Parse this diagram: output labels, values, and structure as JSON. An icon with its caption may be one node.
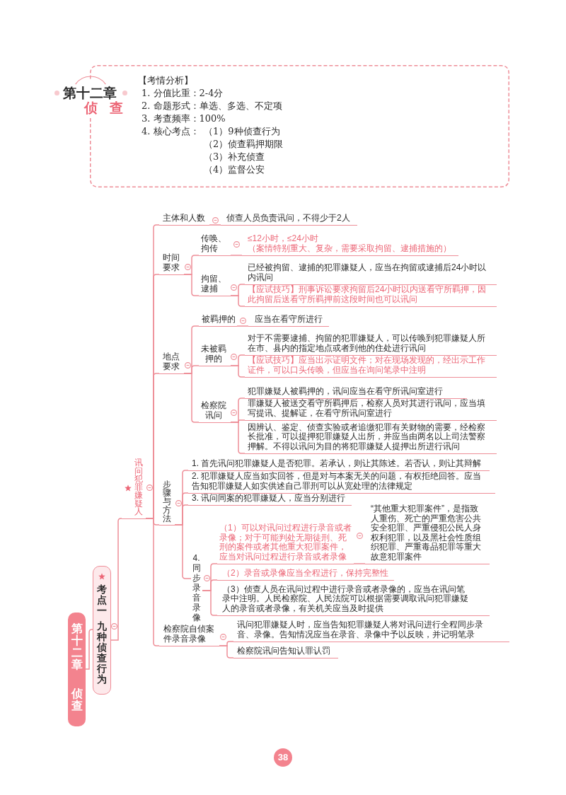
{
  "diagram": {
    "nodes": [
      {
        "text": [
          "【考情分析】",
          "1. 分值比重：2-4分",
          "2. 命题形式：单选、多选、不定项",
          "3. 考查频率：100%",
          "4. 核心考点：",
          "（1）9种侦查行为",
          "（2）侦查羁押期限",
          "（3）补充侦查",
          "（4）监督公安"
        ]
      },
      {
        "text": [
          "第十二章",
          "侦查"
        ]
      },
      {
        "text": [
          "考点一",
          "九种侦查行为"
        ]
      },
      {
        "text": [
          "讯问犯罪嫌疑人"
        ]
      },
      {
        "text": [
          "主体和人数"
        ]
      },
      {
        "text": [
          "侦查人员负责讯问，不得少于2人"
        ]
      },
      {
        "text": [
          "时间要求"
        ]
      },
      {
        "text": [
          "传唤、拘传"
        ]
      },
      {
        "text": [
          "≤12小时，≤24小时",
          "（案情特别重大、复杂，需要采取拘留、逮捕措施的）"
        ]
      },
      {
        "text": [
          "拘留、逮捕"
        ]
      },
      {
        "text": [
          "已经被拘留、逮捕的犯罪嫌疑人，应当在拘留或逮捕后24小时以内讯问"
        ]
      },
      {
        "text": [
          "【应试技巧】刑事诉讼要求拘留后24小时以内送看守所羁押，因此拘留后送看守所羁押前这段时间也可以讯问"
        ]
      },
      {
        "text": [
          "地点要求"
        ]
      },
      {
        "text": [
          "被羁押的"
        ]
      },
      {
        "text": [
          "应当在看守所进行"
        ]
      },
      {
        "text": [
          "未被羁押的"
        ]
      },
      {
        "text": [
          "对于不需要逮捕、拘留的犯罪嫌疑人，可以传唤到犯罪嫌疑人所在市、县内的指定地点或者到他的住处进行讯问"
        ]
      },
      {
        "text": [
          "【应试技巧】应当出示证明文件；对在现场发现的，经出示工作证件，可以口头传唤，但应当在询问笔录中注明"
        ]
      },
      {
        "text": [
          "检察院讯问"
        ]
      },
      {
        "text": [
          "犯罪嫌疑人被羁押的，讯问应当在看守所讯问室进行"
        ]
      },
      {
        "text": [
          "罪嫌疑人被送交看守所羁押后，检察人员对其进行讯问，应当填写提讯、提解证，在看守所讯问室进行"
        ]
      },
      {
        "text": [
          "因辨认、鉴定、侦查实验或者追缴犯罪有关财物的需要，经检察长批准，可以提押犯罪嫌疑人出所，并应当由两名以上司法警察押解。不得以讯问为目的将犯罪嫌疑人提押出所进行讯问"
        ]
      },
      {
        "text": [
          "步骤与方法"
        ]
      },
      {
        "text": [
          "1. 首先讯问犯罪嫌疑人是否犯罪。若承认，则让其陈述。若否认，则让其辩解"
        ]
      },
      {
        "text": [
          "2. 犯罪嫌疑人应当如实回答，但是对与本案无关的问题，有权拒绝回答。应当告知犯罪嫌疑人如实供述自己罪刑可以从宽处理的法律规定"
        ]
      },
      {
        "text": [
          "3. 讯问同案的犯罪嫌疑人，应当分别进行"
        ]
      },
      {
        "text": [
          "4. 同步录音录像"
        ]
      },
      {
        "text": [
          "（1）可以对讯问过程进行录音或者录像；对于可能判处无期徒刑、死刑的案件或者其他重大犯罪案件，应当对讯问过程进行录音或者录像"
        ]
      },
      {
        "text": [
          "“其他重大犯罪案件”，是指致人重伤、死亡的严重危害公共安全犯罪、严重侵犯公民人身权利犯罪，以及黑社会性质组织犯罪、严重毒品犯罪等重大故意犯罪案件"
        ]
      },
      {
        "text": [
          "（2）录音或录像应当全程进行，保持完整性"
        ]
      },
      {
        "text": [
          "（3）侦查人员在讯问过程中进行录音或者录像的，应当在讯问笔录中注明。人民检察院、人民法院可以根据需要调取讯问犯罪嫌疑人的录音或者录像，有关机关应当及时提供"
        ]
      },
      {
        "text": [
          "检察院自侦案件录音录像"
        ]
      },
      {
        "text": [
          "讯问犯罪嫌疑人时，应当告知犯罪嫌疑人将对讯问进行全程同步录音、录像。告知情况应当在录音、录像中予以反映，并记明笔录"
        ]
      },
      {
        "text": [
          "检察院讯问告知认罪认罚"
        ]
      },
      {
        "text": [
          "38"
        ]
      }
    ],
    "edges": [
      {
        "from": 1,
        "to": 2,
        "arrow": "none"
      },
      {
        "from": 2,
        "to": 3,
        "arrow": "none"
      },
      {
        "from": 3,
        "to": 4,
        "arrow": "none"
      },
      {
        "from": 3,
        "to": 6,
        "arrow": "none"
      },
      {
        "from": 3,
        "to": 12,
        "arrow": "none"
      },
      {
        "from": 3,
        "to": 22,
        "arrow": "none"
      },
      {
        "from": 3,
        "to": 31,
        "arrow": "none"
      },
      {
        "from": 4,
        "to": 5,
        "arrow": "none"
      },
      {
        "from": 6,
        "to": 7,
        "arrow": "none"
      },
      {
        "from": 6,
        "to": 9,
        "arrow": "none"
      },
      {
        "from": 7,
        "to": 8,
        "arrow": "none"
      },
      {
        "from": 9,
        "to": 10,
        "arrow": "none"
      },
      {
        "from": 9,
        "to": 11,
        "arrow": "none"
      },
      {
        "from": 12,
        "to": 13,
        "arrow": "none"
      },
      {
        "from": 12,
        "to": 15,
        "arrow": "none"
      },
      {
        "from": 12,
        "to": 18,
        "arrow": "none"
      },
      {
        "from": 13,
        "to": 14,
        "arrow": "none"
      },
      {
        "from": 15,
        "to": 16,
        "arrow": "none"
      },
      {
        "from": 15,
        "to": 17,
        "arrow": "none"
      },
      {
        "from": 18,
        "to": 19,
        "arrow": "none"
      },
      {
        "from": 18,
        "to": 20,
        "arrow": "none"
      },
      {
        "from": 18,
        "to": 21,
        "arrow": "none"
      },
      {
        "from": 22,
        "to": 23,
        "arrow": "none"
      },
      {
        "from": 22,
        "to": 24,
        "arrow": "none"
      },
      {
        "from": 22,
        "to": 25,
        "arrow": "none"
      },
      {
        "from": 22,
        "to": 26,
        "arrow": "none"
      },
      {
        "from": 26,
        "to": 27,
        "arrow": "none"
      },
      {
        "from": 26,
        "to": 29,
        "arrow": "none"
      },
      {
        "from": 26,
        "to": 30,
        "arrow": "none"
      },
      {
        "from": 27,
        "to": 28,
        "arrow": "none"
      },
      {
        "from": 31,
        "to": 32,
        "arrow": "none"
      },
      {
        "from": 31,
        "to": 33,
        "arrow": "none"
      }
    ],
    "labels": [
      "第十二章",
      "侦查"
    ]
  }
}
